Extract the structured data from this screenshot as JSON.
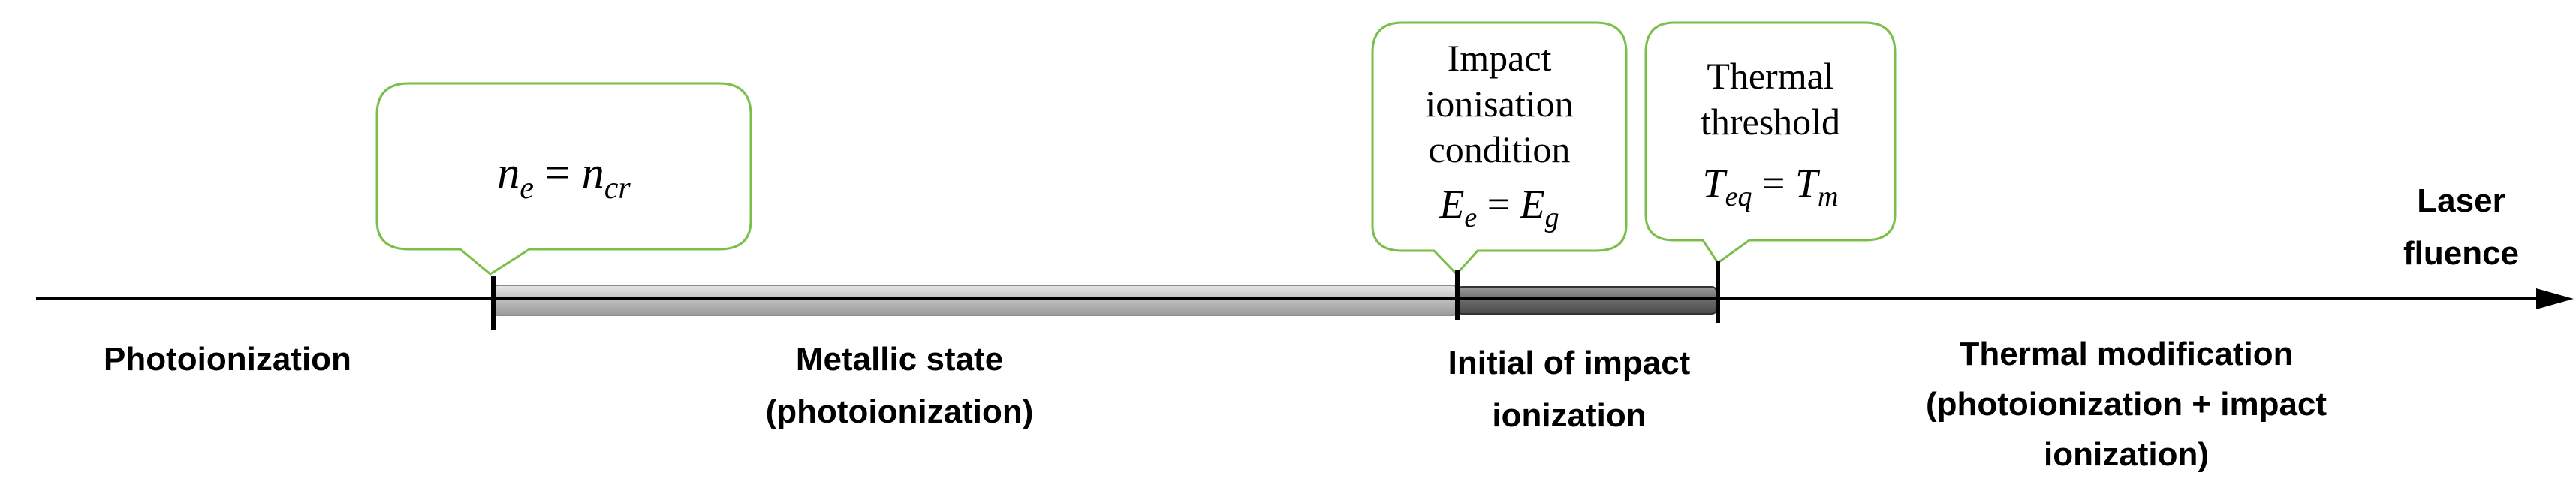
{
  "axis": {
    "label_line1": "Laser",
    "label_line2": "fluence"
  },
  "callouts": {
    "critical_density": {
      "eq_lhs_base": "n",
      "eq_lhs_sub": "e",
      "eq_rhs_base": "n",
      "eq_rhs_sub": "cr"
    },
    "impact_condition": {
      "line1": "Impact",
      "line2": "ionisation",
      "line3": "condition",
      "eq_lhs_base": "E",
      "eq_lhs_sub": "e",
      "eq_rhs_base": "E",
      "eq_rhs_sub": "g"
    },
    "thermal_threshold": {
      "line1": "Thermal",
      "line2": "threshold",
      "eq_lhs_base": "T",
      "eq_lhs_sub": "eq",
      "eq_rhs_base": "T",
      "eq_rhs_sub": "m"
    }
  },
  "regions": {
    "photoionization": "Photoionization",
    "metallic_line1": "Metallic state",
    "metallic_line2": "(photoionization)",
    "initial_line1": "Initial of impact",
    "initial_line2": "ionization",
    "thermal_line1": "Thermal modification",
    "thermal_line2": "(photoionization + impact",
    "thermal_line3": "ionization)"
  },
  "colors": {
    "callout_border": "#79bf4a",
    "axis": "#000000",
    "bar_light": "#c8c8c8",
    "bar_dark": "#6e6e6e"
  }
}
